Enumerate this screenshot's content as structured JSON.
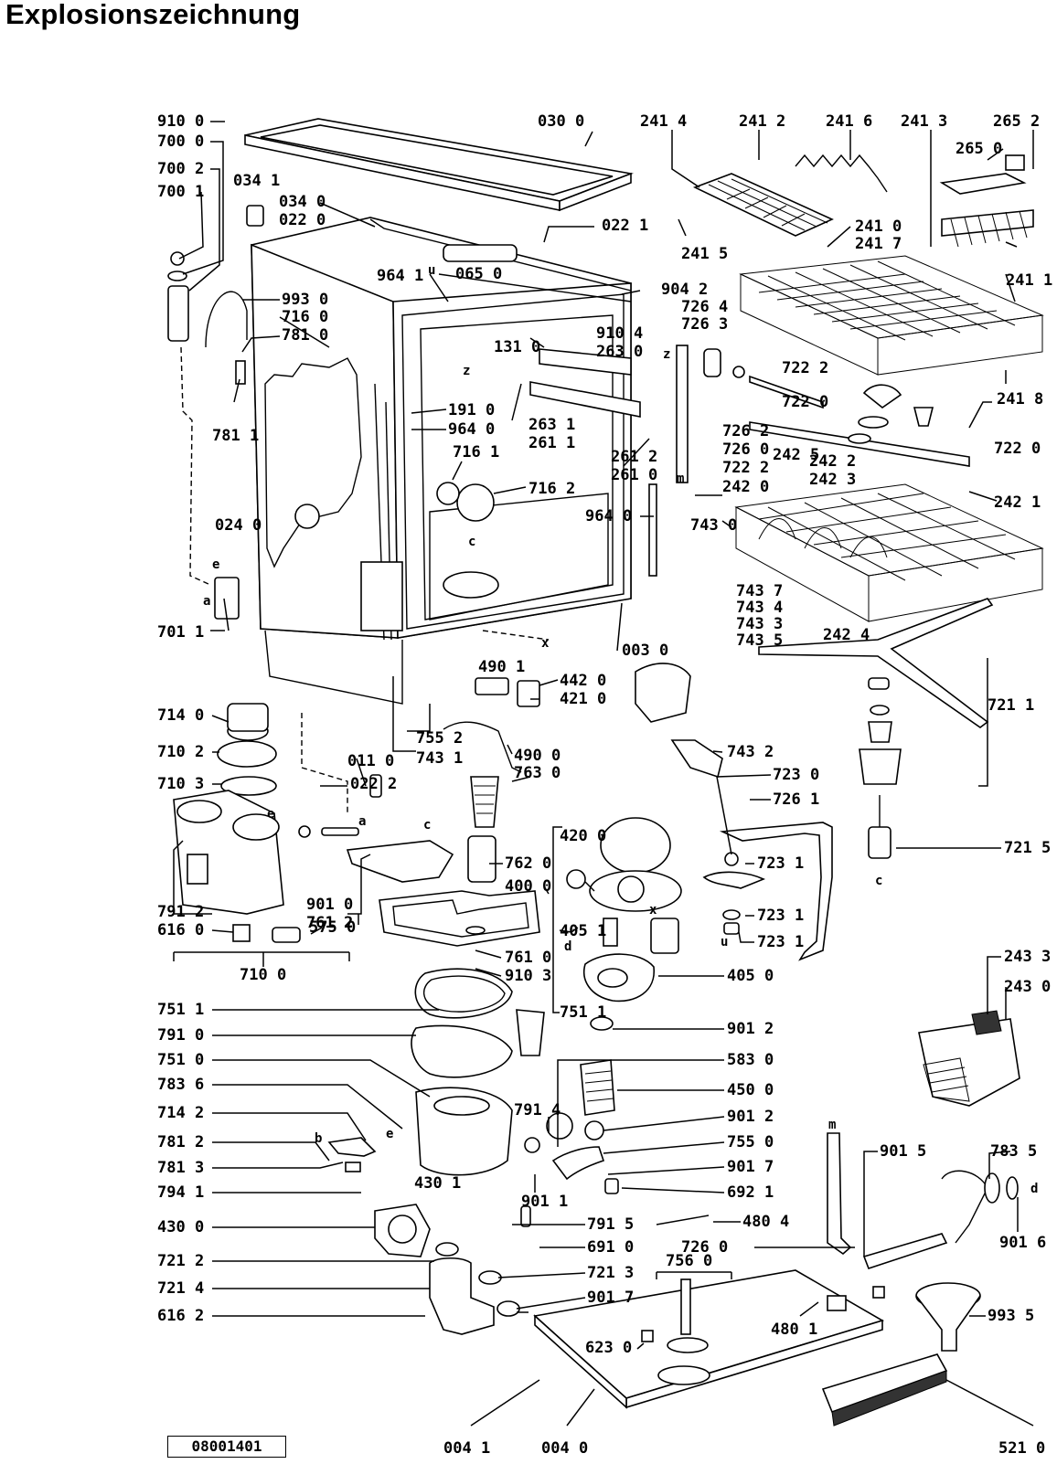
{
  "title": "Explosionszeichnung",
  "document_number": "08001401",
  "letters": [
    "a",
    "b",
    "c",
    "d",
    "e",
    "m",
    "u",
    "x",
    "z"
  ],
  "parts": {
    "p9100": "910 0",
    "p7000": "700 0",
    "p7002": "700 2",
    "p7001": "700 1",
    "p0341": "034 1",
    "p0340": "034 0",
    "p0220": "022 0",
    "p0300": "030 0",
    "p0221": "022 1",
    "p9641": "964 1",
    "p0650": "065 0",
    "p9930": "993 0",
    "p7160": "716 0",
    "p7810": "781 0",
    "p7811": "781 1",
    "p9042": "904 2",
    "p7264": "726 4",
    "p7263": "726 3",
    "p9104": "910 4",
    "p2630": "263 0",
    "p1310": "131 0",
    "p1910": "191 0",
    "p9640": "964 0",
    "p7161": "716 1",
    "p2631": "263 1",
    "p2611": "261 1",
    "p2612": "261 2",
    "p2610": "261 0",
    "p7162": "716 2",
    "p9640b": "964 0",
    "p0240": "024 0",
    "p7011": "701 1",
    "p0030": "003 0",
    "p4901": "490 1",
    "p4420": "442 0",
    "p4210": "421 0",
    "p7552": "755 2",
    "p7431": "743 1",
    "p0110": "011 0",
    "p0222": "022 2",
    "p4900": "490 0",
    "p7630": "763 0",
    "p7140": "714 0",
    "p7102": "710 2",
    "p7103": "710 3",
    "p9010": "901 0",
    "p7612": "761 2",
    "p7912": "791 2",
    "p6160": "616 0",
    "p5750": "575 0",
    "p7100": "710 0",
    "p7620": "762 0",
    "p4000": "400 0",
    "p4200": "420 0",
    "p4051": "405 1",
    "p7610": "761 0",
    "p9103": "910 3",
    "p4050": "405 0",
    "p7511": "751 1",
    "p7910": "791 0",
    "p7510": "751 0",
    "p7836": "783 6",
    "p7142": "714 2",
    "p7812": "781 2",
    "p7813": "781 3",
    "p7941": "794 1",
    "p4300": "430 0",
    "p4301": "430 1",
    "p7212": "721 2",
    "p7214": "721 4",
    "p6162": "616 2",
    "p7511b": "751 1",
    "p9012": "901 2",
    "p5830": "583 0",
    "p4500": "450 0",
    "p9012b": "901 2",
    "p7550": "755 0",
    "p9017": "901 7",
    "p6921": "692 1",
    "p7914": "791 4",
    "p9011": "901 1",
    "p7915": "791 5",
    "p6910": "691 0",
    "p7213": "721 3",
    "p9017b": "901 7",
    "p4804": "480 4",
    "p7260": "726 0",
    "p7560": "756 0",
    "p4801": "480 1",
    "p6230": "623 0",
    "p0041": "004 1",
    "p0040": "004 0",
    "p5210": "521 0",
    "p9935": "993 5",
    "p9015": "901 5",
    "p7835": "783 5",
    "p9016": "901 6",
    "p2433": "243 3",
    "p2430": "243 0",
    "p7215": "721 5",
    "p7231": "723 1",
    "p7231b": "723 1",
    "p7231c": "723 1",
    "p7261": "726 1",
    "p7230": "723 0",
    "p7432": "743 2",
    "p7211": "721 1",
    "p7430": "743 0",
    "p7437": "743 7",
    "p7434": "743 4",
    "p7433": "743 3",
    "p7435": "743 5",
    "p2424": "242 4",
    "p2414": "241 4",
    "p2412": "241 2",
    "p2416": "241 6",
    "p2413": "241 3",
    "p2652": "265 2",
    "p2650": "265 0",
    "p2415": "241 5",
    "p2410": "241 0",
    "p2417": "241 7",
    "p2411": "241 1",
    "p2418": "241 8",
    "p7222": "722 2",
    "p7220": "722 0",
    "p7220b": "722 0",
    "p7262": "726 2",
    "p7260b": "726 0",
    "p7222b": "722 2",
    "p2420": "242 0",
    "p2425": "242 5",
    "p2422": "242 2",
    "p2423": "242 3",
    "p2421": "242 1"
  },
  "icon_names": [
    "dishwasher-tub",
    "upper-basket",
    "lower-basket",
    "spray-arm",
    "circulation-pump",
    "drain-pump",
    "salt-container",
    "filter-assembly",
    "cutlery-basket",
    "control-panel"
  ]
}
